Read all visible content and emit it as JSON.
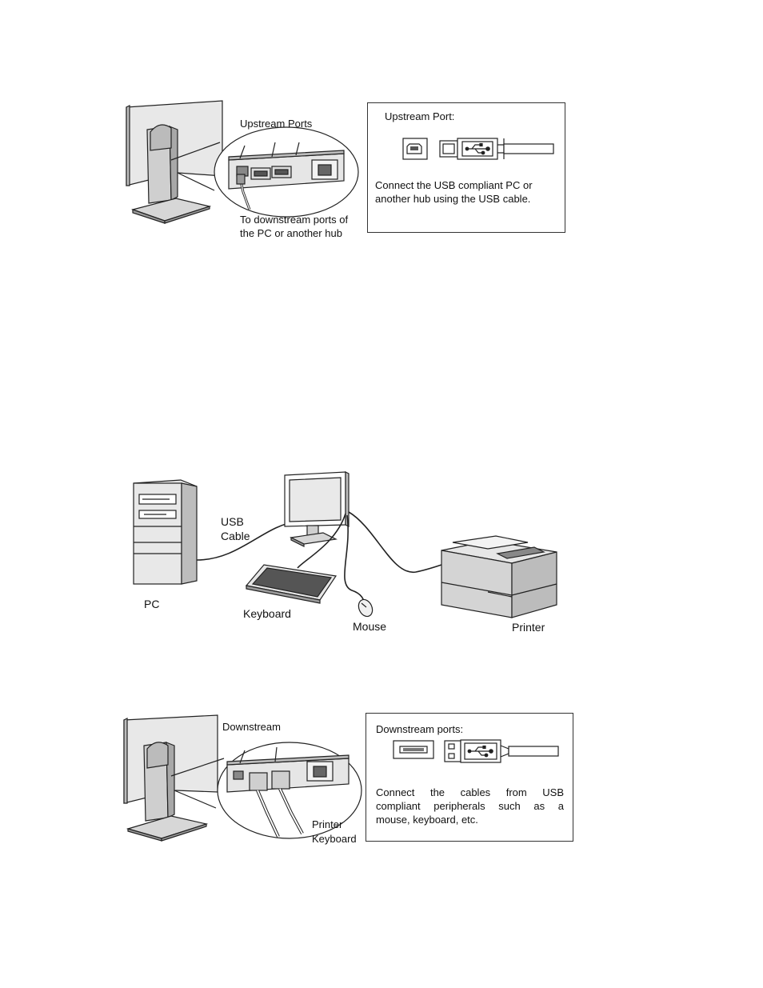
{
  "upstream": {
    "ports_label": "Upstream Ports",
    "callout_lines": [
      "To downstream ports of",
      "the PC or another hub"
    ],
    "box_title": "Upstream Port:",
    "box_text_lines": [
      "Connect the USB compliant PC or",
      "another hub using the USB cable."
    ],
    "port_icon": "usb-b-port-icon",
    "plug_icon": "usb-b-plug-icon"
  },
  "network": {
    "usb_label_lines": [
      "USB",
      "Cable"
    ],
    "pc_label": "PC",
    "keyboard_label": "Keyboard",
    "mouse_label": "Mouse",
    "printer_label": "Printer"
  },
  "downstream": {
    "ports_label": "Downstream",
    "callout_lines": [
      "Printer",
      "Keyboard"
    ],
    "box_title": "Downstream ports:",
    "box_text_lines": [
      "Connect the cables from USB",
      "compliant peripherals such as a",
      "mouse, keyboard, etc."
    ],
    "port_icon": "usb-a-port-icon",
    "plug_icon": "usb-a-plug-icon"
  },
  "colors": {
    "line": "#222222",
    "fill_light": "#e6e6e6",
    "fill_mid": "#c8c8c8",
    "fill_dark": "#8a8a8a"
  }
}
